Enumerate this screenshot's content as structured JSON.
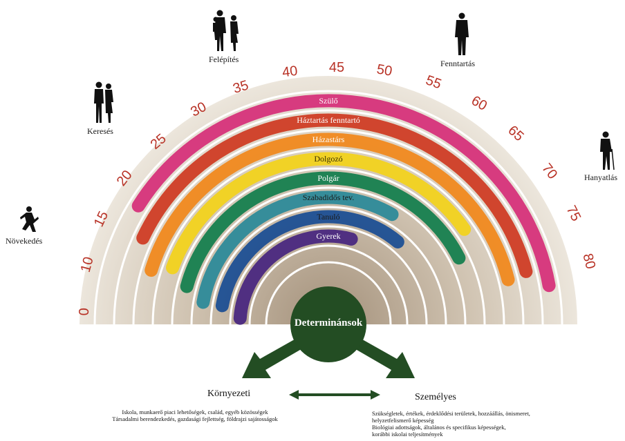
{
  "ages": [
    "0",
    "10",
    "15",
    "20",
    "25",
    "30",
    "35",
    "40",
    "45",
    "50",
    "55",
    "60",
    "65",
    "70",
    "75",
    "80"
  ],
  "roles": [
    {
      "label": "Szülő",
      "color": "#d6317a"
    },
    {
      "label": "Háztartás fenntartó",
      "color": "#cf3d25"
    },
    {
      "label": "Házastárs",
      "color": "#f0891f"
    },
    {
      "label": "Dolgozó",
      "color": "#f2d21e"
    },
    {
      "label": "Polgár",
      "color": "#16804f"
    },
    {
      "label": "Szabadidős tev.",
      "color": "#2d8a99"
    },
    {
      "label": "Tanuló",
      "color": "#1e4f93"
    },
    {
      "label": "Gyerek",
      "color": "#4a2880"
    }
  ],
  "stages": {
    "novekedes": "Növekedés",
    "kereses": "Keresés",
    "felepites": "Felépítés",
    "fenntartas": "Fenntartás",
    "hanyatlas": "Hanyatlás"
  },
  "center": {
    "label": "Determinánsok",
    "color": "#234d23"
  },
  "bottom": {
    "left_title": "Környezeti",
    "left_lines": [
      "Iskola, munkaerő piaci lehetőségek, család, egyéb közösségek",
      "Társadalmi berendezkedés, gazdasági fejlettség, földrajzi sajátosságok"
    ],
    "right_title": "Személyes",
    "right_lines": [
      "Szükségletek, értékek, érdeklődési területek, hozzáállás, önismeret,",
      "helyzetfelismerő képesség",
      "Biológiai adottságok, általános és specifikus képességek,",
      "korábbi iskolai teljesítmények"
    ]
  },
  "age_color": "#b83226"
}
